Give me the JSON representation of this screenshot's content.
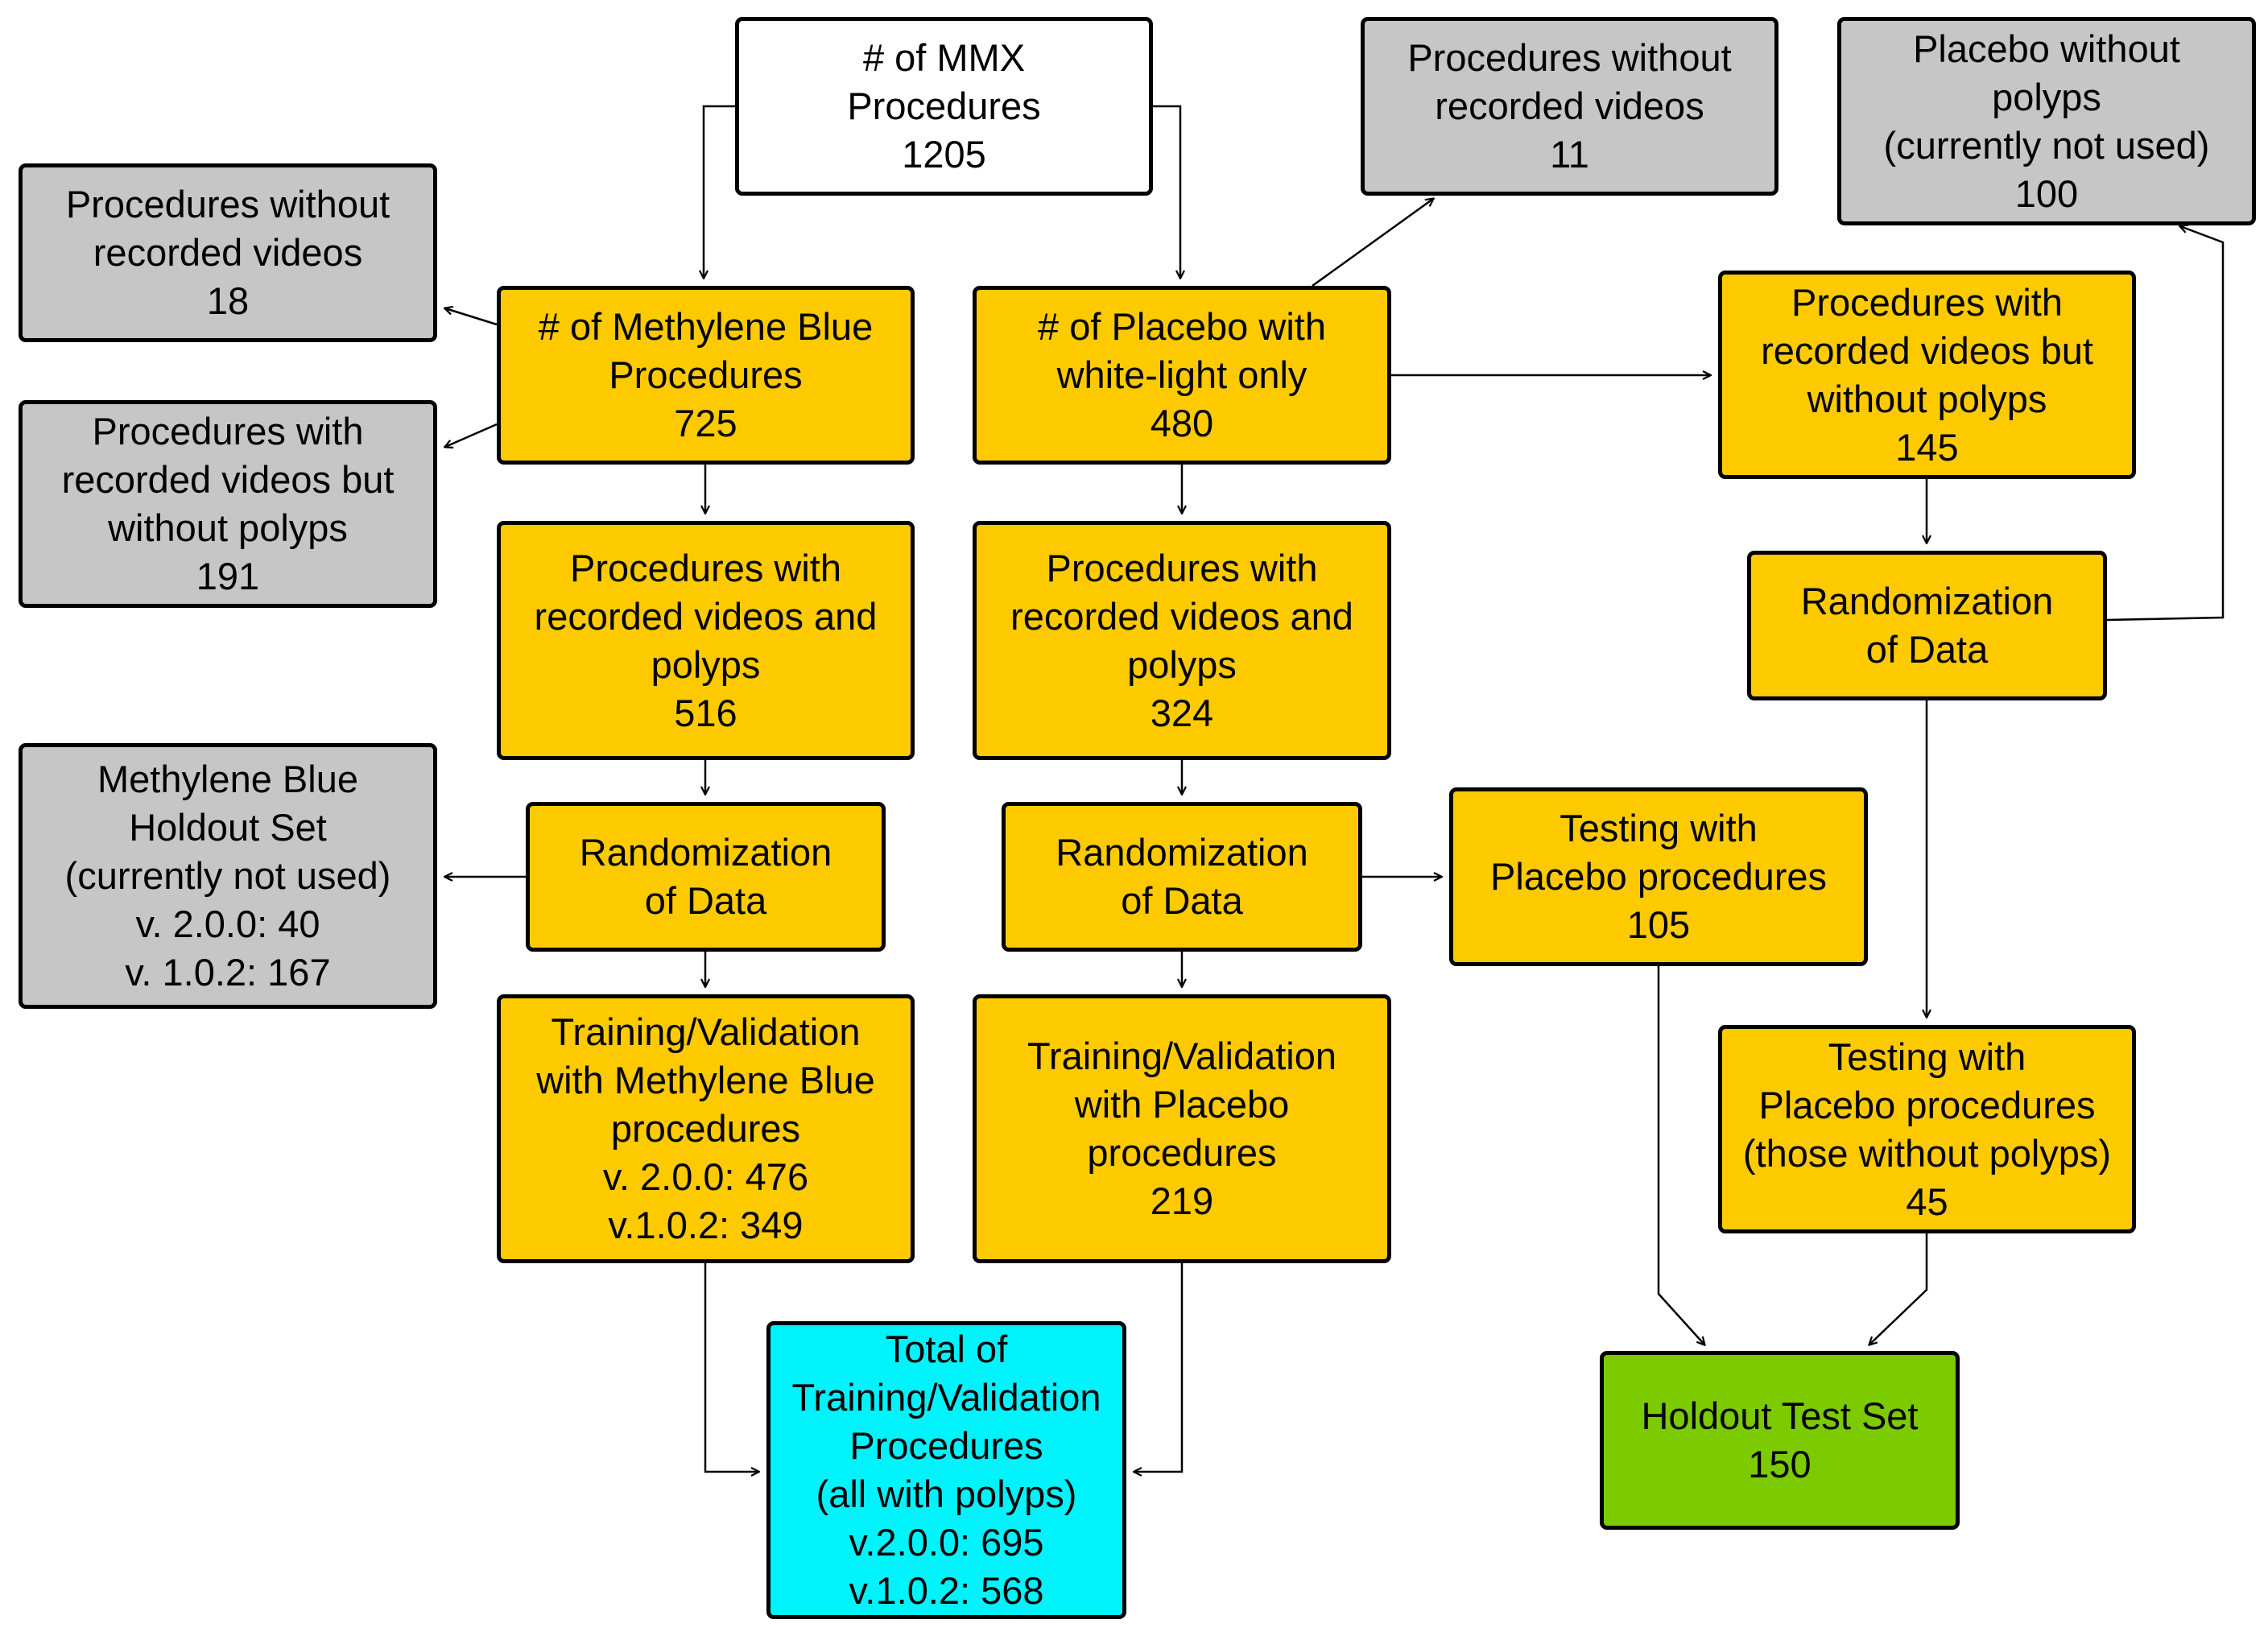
{
  "colors": {
    "start": "#ffffff",
    "excluded": "#c6c6c6",
    "process": "#fdca00",
    "training_total": "#00f2fb",
    "holdout_test": "#7bcb00",
    "border": "#000000"
  },
  "nodes": {
    "mmx": {
      "lines": [
        "# of MMX",
        "Procedures",
        "1205"
      ]
    },
    "mb_no_video": {
      "lines": [
        "Procedures without",
        "recorded videos",
        "18"
      ]
    },
    "mb_no_polyps": {
      "lines": [
        "Procedures with",
        "recorded videos but",
        "without polyps",
        "191"
      ]
    },
    "mb_holdout": {
      "lines": [
        "Methylene Blue",
        "Holdout Set",
        "(currently not used)",
        "v. 2.0.0: 40",
        "v. 1.0.2: 167"
      ]
    },
    "mb_procedures": {
      "lines": [
        "# of Methylene Blue",
        "Procedures",
        "725"
      ]
    },
    "mb_with_polyps": {
      "lines": [
        "Procedures with",
        "recorded videos and",
        "polyps",
        "516"
      ]
    },
    "mb_randomization": {
      "lines": [
        "Randomization",
        "of Data"
      ]
    },
    "mb_training": {
      "lines": [
        "Training/Validation",
        "with Methylene Blue",
        "procedures",
        "v. 2.0.0: 476",
        "v.1.0.2: 349"
      ]
    },
    "pl_procedures": {
      "lines": [
        "# of Placebo with",
        "white-light only",
        "480"
      ]
    },
    "pl_with_polyps": {
      "lines": [
        "Procedures with",
        "recorded videos and",
        "polyps",
        "324"
      ]
    },
    "pl_randomization": {
      "lines": [
        "Randomization",
        "of Data"
      ]
    },
    "pl_training": {
      "lines": [
        "Training/Validation",
        "with Placebo",
        "procedures",
        "219"
      ]
    },
    "pl_no_video": {
      "lines": [
        "Procedures without",
        "recorded videos",
        "11"
      ]
    },
    "pl_without_polyps_unused": {
      "lines": [
        "Placebo without",
        "polyps",
        "(currently not used)",
        "100"
      ]
    },
    "pl_no_polyps": {
      "lines": [
        "Procedures with",
        "recorded videos but",
        "without polyps",
        "145"
      ]
    },
    "pl_no_polyps_randomization": {
      "lines": [
        "Randomization",
        "of Data"
      ]
    },
    "pl_testing_polyps": {
      "lines": [
        "Testing with",
        "Placebo procedures",
        "105"
      ]
    },
    "pl_testing_no_polyps": {
      "lines": [
        "Testing with",
        "Placebo procedures",
        "(those without polyps)",
        "45"
      ]
    },
    "total_training": {
      "lines": [
        "Total of",
        "Training/Validation",
        "Procedures",
        "(all with polyps)",
        "v.2.0.0: 695",
        "v.1.0.2: 568"
      ]
    },
    "holdout_test": {
      "lines": [
        "Holdout Test Set",
        "150"
      ]
    }
  },
  "edges": [
    {
      "from": "mmx",
      "to": "mb_procedures"
    },
    {
      "from": "mmx",
      "to": "pl_procedures"
    },
    {
      "from": "mb_procedures",
      "to": "mb_no_video"
    },
    {
      "from": "mb_procedures",
      "to": "mb_no_polyps"
    },
    {
      "from": "mb_procedures",
      "to": "mb_with_polyps"
    },
    {
      "from": "mb_with_polyps",
      "to": "mb_randomization"
    },
    {
      "from": "mb_randomization",
      "to": "mb_holdout"
    },
    {
      "from": "mb_randomization",
      "to": "mb_training"
    },
    {
      "from": "mb_training",
      "to": "total_training"
    },
    {
      "from": "pl_procedures",
      "to": "pl_no_video"
    },
    {
      "from": "pl_procedures",
      "to": "pl_no_polyps"
    },
    {
      "from": "pl_procedures",
      "to": "pl_with_polyps"
    },
    {
      "from": "pl_with_polyps",
      "to": "pl_randomization"
    },
    {
      "from": "pl_randomization",
      "to": "pl_testing_polyps"
    },
    {
      "from": "pl_randomization",
      "to": "pl_training"
    },
    {
      "from": "pl_training",
      "to": "total_training"
    },
    {
      "from": "pl_no_polyps",
      "to": "pl_no_polyps_randomization"
    },
    {
      "from": "pl_no_polyps_randomization",
      "to": "pl_without_polyps_unused"
    },
    {
      "from": "pl_no_polyps_randomization",
      "to": "pl_testing_no_polyps"
    },
    {
      "from": "pl_testing_polyps",
      "to": "holdout_test"
    },
    {
      "from": "pl_testing_no_polyps",
      "to": "holdout_test"
    }
  ]
}
